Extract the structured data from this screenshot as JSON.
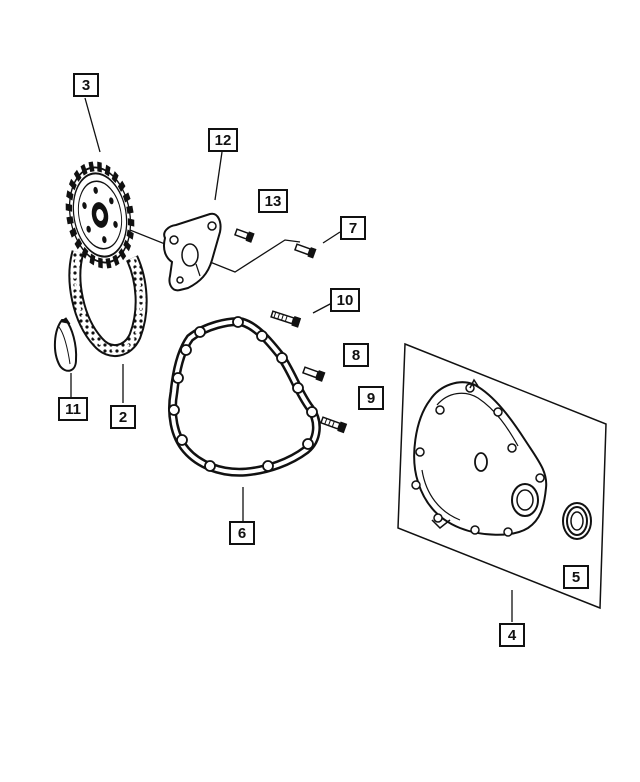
{
  "callouts": {
    "c2": "2",
    "c3": "3",
    "c4": "4",
    "c5": "5",
    "c6": "6",
    "c7": "7",
    "c8": "8",
    "c9": "9",
    "c10": "10",
    "c11": "11",
    "c12": "12",
    "c13": "13"
  },
  "parts": {
    "sprocket": "camshaft-sprocket",
    "chain": "timing-chain",
    "plate": "thrust-plate",
    "gasket": "cover-gasket",
    "cover": "timing-cover",
    "seal": "oil-seal",
    "tensioner": "chain-damper"
  },
  "colors": {
    "line": "#111111",
    "background": "#ffffff"
  }
}
